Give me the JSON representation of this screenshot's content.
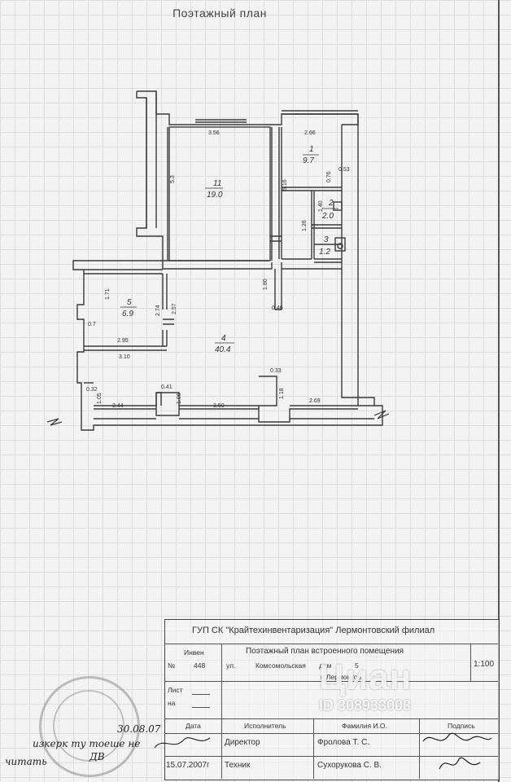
{
  "title": "Поэтажный план",
  "plan": {
    "rooms": [
      {
        "num": "11",
        "area": "19.0"
      },
      {
        "num": "1",
        "area": "9.7"
      },
      {
        "num": "2",
        "area": "2.0"
      },
      {
        "num": "3",
        "area": "1.2"
      },
      {
        "num": "5",
        "area": "6.9"
      },
      {
        "num": "4",
        "area": "40.4"
      }
    ],
    "dims": {
      "d356": "3.56",
      "d266": "2.66",
      "d53": "5.3",
      "d516": "5.16",
      "d053": "0.53",
      "d076": "0.76",
      "d140": "1.40",
      "d126": "1.26",
      "d180": "1.80",
      "d046": "0.46",
      "d171": "1.71",
      "d274": "2.74",
      "d257": "2.57",
      "d07": "0.7",
      "d295": "2.95",
      "d310": "3.10",
      "d032": "0.32",
      "d105": "1.05",
      "d244": "2.44",
      "d041": "0.41",
      "d106": "1.06",
      "d350": "3.50",
      "d033": "0.33",
      "d118": "1.18",
      "d269": "2.69"
    }
  },
  "title_block": {
    "org": "ГУП СК \"Крайтехинвентаризация\" Лермонтовский филиал",
    "inv_header": "Инвен",
    "no_label": "№",
    "inv_no": "448",
    "plan_title": "Поэтажный план встроенного помещения",
    "street_prefix": "ул.",
    "street": "Комсомольская",
    "house_label": "дом",
    "house": "5",
    "city": "г. Лермонтов",
    "scale": "1:100",
    "sheet_label": "Лист",
    "sheet_sub": "на",
    "col_date": "Дата",
    "col_executor": "Исполнитель",
    "col_name": "Фамилия И.О.",
    "col_sign": "Подпись",
    "row1_role": "Директор",
    "row1_name": "Фролова Т. С.",
    "row2_date": "15.07.2007г",
    "row2_role": "Техник",
    "row2_name": "Сухорукова С. В."
  },
  "watermark": {
    "logo": "Циан",
    "id": "ID 308933003"
  },
  "handwriting": {
    "h1": "30.08.07",
    "h2": "изкерк ту тоеше не",
    "h3": "читать",
    "h4": "ДВ"
  }
}
